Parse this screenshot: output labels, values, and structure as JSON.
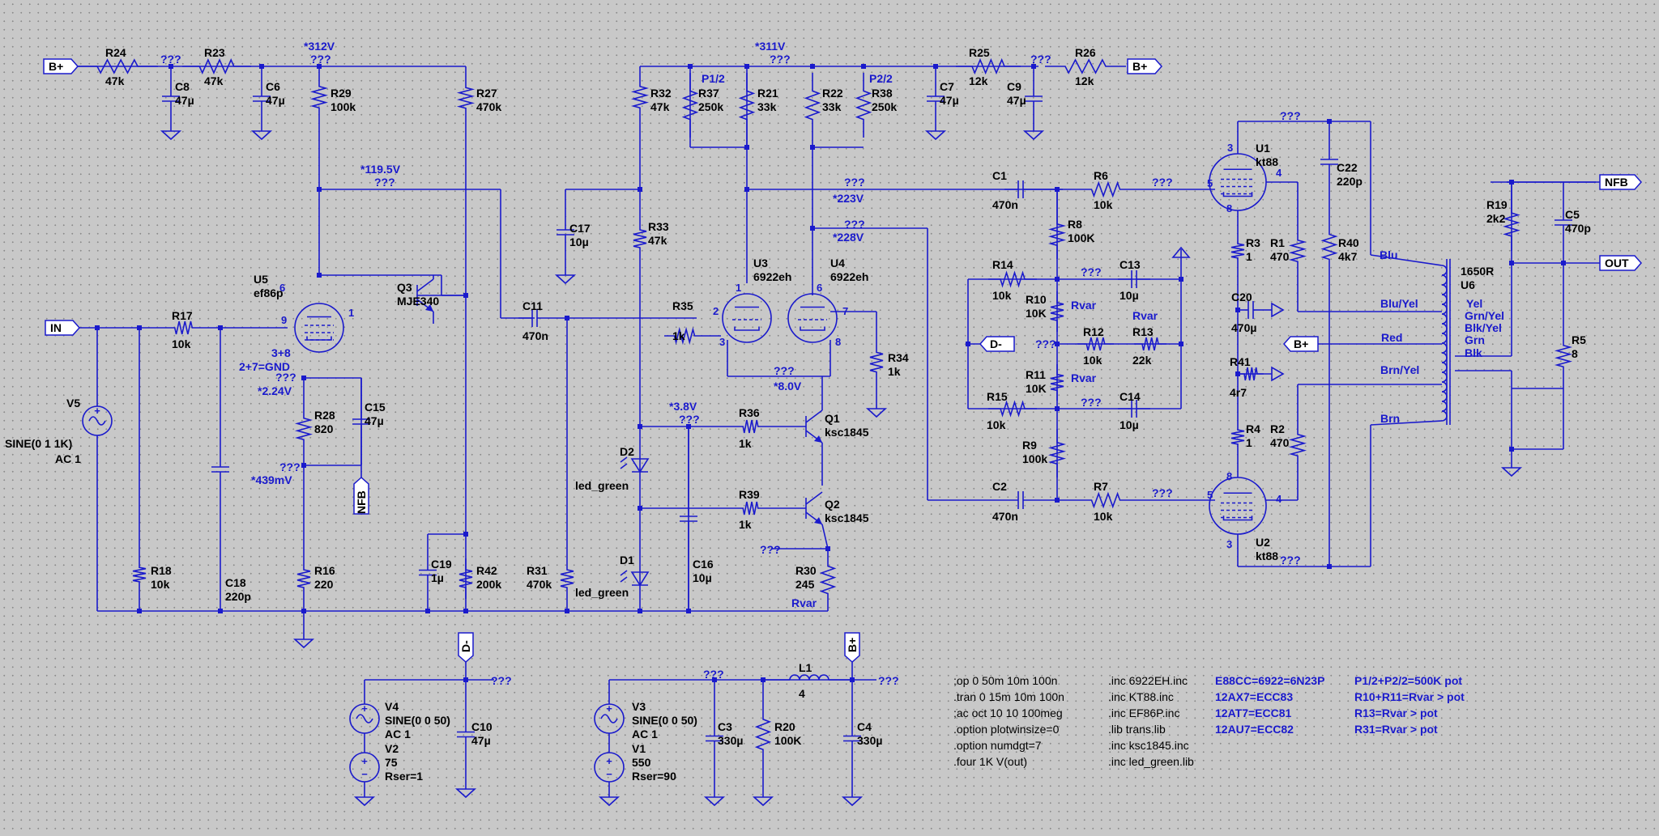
{
  "colors": {
    "background": "#c8c8c8",
    "wire": "#1a1acc",
    "component_text": "#000000",
    "net_text": "#1a1acc"
  },
  "components": [
    {
      "id": "R24",
      "name": "R24",
      "value": "47k"
    },
    {
      "id": "R23",
      "name": "R23",
      "value": "47k"
    },
    {
      "id": "C8",
      "name": "C8",
      "value": "47µ"
    },
    {
      "id": "C6",
      "name": "C6",
      "value": "47µ"
    },
    {
      "id": "R29",
      "name": "R29",
      "value": "100k"
    },
    {
      "id": "R27",
      "name": "R27",
      "value": "470k"
    },
    {
      "id": "R32",
      "name": "R32",
      "value": "47k"
    },
    {
      "id": "R37",
      "name": "R37",
      "value": "250k"
    },
    {
      "id": "R21",
      "name": "R21",
      "value": "33k"
    },
    {
      "id": "R22",
      "name": "R22",
      "value": "33k"
    },
    {
      "id": "R38",
      "name": "R38",
      "value": "250k"
    },
    {
      "id": "C7",
      "name": "C7",
      "value": "47µ"
    },
    {
      "id": "R25",
      "name": "R25",
      "value": "12k"
    },
    {
      "id": "C9",
      "name": "C9",
      "value": "47µ"
    },
    {
      "id": "R26",
      "name": "R26",
      "value": "12k"
    },
    {
      "id": "C17",
      "name": "C17",
      "value": "10µ"
    },
    {
      "id": "R33",
      "name": "R33",
      "value": "47k"
    },
    {
      "id": "U5",
      "name": "U5",
      "value": "ef86p"
    },
    {
      "id": "Q3",
      "name": "Q3",
      "value": "MJE340"
    },
    {
      "id": "R17",
      "name": "R17",
      "value": "10k"
    },
    {
      "id": "C11",
      "name": "C11",
      "value": "470n"
    },
    {
      "id": "R35",
      "name": "R35",
      "value": "1k"
    },
    {
      "id": "U3",
      "name": "U3",
      "value": "6922eh"
    },
    {
      "id": "U4",
      "name": "U4",
      "value": "6922eh"
    },
    {
      "id": "R34",
      "name": "R34",
      "value": "1k"
    },
    {
      "id": "C1",
      "name": "C1",
      "value": "470n"
    },
    {
      "id": "R6",
      "name": "R6",
      "value": "10k"
    },
    {
      "id": "R8",
      "name": "R8",
      "value": "100K"
    },
    {
      "id": "R14",
      "name": "R14",
      "value": "10k"
    },
    {
      "id": "C13",
      "name": "C13",
      "value": "10µ"
    },
    {
      "id": "R10",
      "name": "R10",
      "value": "10K"
    },
    {
      "id": "R12",
      "name": "R12",
      "value": "10k"
    },
    {
      "id": "R13",
      "name": "R13",
      "value": "22k"
    },
    {
      "id": "R11",
      "name": "R11",
      "value": "10K"
    },
    {
      "id": "R15",
      "name": "R15",
      "value": "10k"
    },
    {
      "id": "C14",
      "name": "C14",
      "value": "10µ"
    },
    {
      "id": "R9",
      "name": "R9",
      "value": "100k"
    },
    {
      "id": "C2",
      "name": "C2",
      "value": "470n"
    },
    {
      "id": "R7",
      "name": "R7",
      "value": "10k"
    },
    {
      "id": "U1",
      "name": "U1",
      "value": "kt88"
    },
    {
      "id": "U2",
      "name": "U2",
      "value": "kt88"
    },
    {
      "id": "R3",
      "name": "R3",
      "value": "1"
    },
    {
      "id": "R1",
      "name": "R1",
      "value": "470"
    },
    {
      "id": "C20",
      "name": "C20",
      "value": "470µ"
    },
    {
      "id": "R41",
      "name": "R41",
      "value": "4r7"
    },
    {
      "id": "R4",
      "name": "R4",
      "value": "1"
    },
    {
      "id": "R2",
      "name": "R2",
      "value": "470"
    },
    {
      "id": "C22",
      "name": "C22",
      "value": "220p"
    },
    {
      "id": "R40",
      "name": "R40",
      "value": "4k7"
    },
    {
      "id": "U6",
      "name": "U6",
      "value": "1650R"
    },
    {
      "id": "R19",
      "name": "R19",
      "value": "2k2"
    },
    {
      "id": "C5",
      "name": "C5",
      "value": "470p"
    },
    {
      "id": "R5",
      "name": "R5",
      "value": "8"
    },
    {
      "id": "V5",
      "name": "V5",
      "value": "SINE(0 1 1K)",
      "extra": "AC 1"
    },
    {
      "id": "R18",
      "name": "R18",
      "value": "10k"
    },
    {
      "id": "C18",
      "name": "C18",
      "value": "220p"
    },
    {
      "id": "R28",
      "name": "R28",
      "value": "820"
    },
    {
      "id": "C15",
      "name": "C15",
      "value": "47µ"
    },
    {
      "id": "R16",
      "name": "R16",
      "value": "220"
    },
    {
      "id": "C19",
      "name": "C19",
      "value": "1µ"
    },
    {
      "id": "R42",
      "name": "R42",
      "value": "200k"
    },
    {
      "id": "R31",
      "name": "R31",
      "value": "470k"
    },
    {
      "id": "D2",
      "name": "D2",
      "value": "led_green"
    },
    {
      "id": "D1",
      "name": "D1",
      "value": "led_green"
    },
    {
      "id": "R36",
      "name": "R36",
      "value": "1k"
    },
    {
      "id": "R39",
      "name": "R39",
      "value": "1k"
    },
    {
      "id": "C16",
      "name": "C16",
      "value": "10µ"
    },
    {
      "id": "Q1",
      "name": "Q1",
      "value": "ksc1845"
    },
    {
      "id": "Q2",
      "name": "Q2",
      "value": "ksc1845"
    },
    {
      "id": "R30",
      "name": "R30",
      "value": "245"
    },
    {
      "id": "V4",
      "name": "V4",
      "value": "SINE(0 0 50)",
      "extra": "AC 1"
    },
    {
      "id": "V2",
      "name": "V2",
      "value": "75",
      "extra": "Rser=1"
    },
    {
      "id": "C10",
      "name": "C10",
      "value": "47µ"
    },
    {
      "id": "V3",
      "name": "V3",
      "value": "SINE(0 0 50)",
      "extra": "AC 1"
    },
    {
      "id": "V1",
      "name": "V1",
      "value": "550",
      "extra": "Rser=90"
    },
    {
      "id": "C3",
      "name": "C3",
      "value": "330µ"
    },
    {
      "id": "R20",
      "name": "R20",
      "value": "100K"
    },
    {
      "id": "L1",
      "name": "L1",
      "value": "4"
    },
    {
      "id": "C4",
      "name": "C4",
      "value": "330µ"
    }
  ],
  "net_labels": [
    {
      "id": "n312",
      "text": "*312V"
    },
    {
      "id": "n311",
      "text": "*311V"
    },
    {
      "id": "n1195",
      "text": "*119.5V"
    },
    {
      "id": "n223",
      "text": "*223V"
    },
    {
      "id": "n228",
      "text": "*228V"
    },
    {
      "id": "n8v",
      "text": "*8.0V"
    },
    {
      "id": "n38",
      "text": "*3.8V"
    },
    {
      "id": "n224",
      "text": "*2.24V"
    },
    {
      "id": "n439",
      "text": "*439mV"
    },
    {
      "id": "q1",
      "text": "???"
    },
    {
      "id": "q2",
      "text": "???"
    },
    {
      "id": "q3",
      "text": "???"
    },
    {
      "id": "q4",
      "text": "???"
    },
    {
      "id": "q5",
      "text": "???"
    },
    {
      "id": "q6",
      "text": "???"
    },
    {
      "id": "q7",
      "text": "???"
    },
    {
      "id": "q8",
      "text": "???"
    },
    {
      "id": "q9",
      "text": "???"
    },
    {
      "id": "q10",
      "text": "???"
    },
    {
      "id": "q11",
      "text": "???"
    },
    {
      "id": "q12",
      "text": "???"
    },
    {
      "id": "q13",
      "text": "???"
    },
    {
      "id": "q14",
      "text": "???"
    },
    {
      "id": "q15",
      "text": "???"
    },
    {
      "id": "q16",
      "text": "???"
    },
    {
      "id": "q17",
      "text": "???"
    },
    {
      "id": "q18",
      "text": "???"
    },
    {
      "id": "q19",
      "text": "???"
    },
    {
      "id": "q20",
      "text": "???"
    },
    {
      "id": "q21",
      "text": "???"
    },
    {
      "id": "q22",
      "text": "???"
    },
    {
      "id": "q23",
      "text": "???"
    },
    {
      "id": "q24",
      "text": "???"
    },
    {
      "id": "q25",
      "text": "???"
    },
    {
      "id": "q26",
      "text": "???"
    },
    {
      "id": "q27",
      "text": "???"
    },
    {
      "id": "q28",
      "text": "???"
    },
    {
      "id": "p12",
      "text": "P1/2"
    },
    {
      "id": "p22",
      "text": "P2/2"
    },
    {
      "id": "rv1",
      "text": "Rvar"
    },
    {
      "id": "rv2",
      "text": "Rvar"
    },
    {
      "id": "rv3",
      "text": "Rvar"
    },
    {
      "id": "rv4",
      "text": "Rvar"
    },
    {
      "id": "g38",
      "text": "3+8"
    },
    {
      "id": "g27",
      "text": "2+7=GND"
    },
    {
      "id": "w_blu",
      "text": "Blu"
    },
    {
      "id": "w_bluyel",
      "text": "Blu/Yel"
    },
    {
      "id": "w_red",
      "text": "Red"
    },
    {
      "id": "w_brnyel",
      "text": "Brn/Yel"
    },
    {
      "id": "w_brn",
      "text": "Brn"
    },
    {
      "id": "w_yel",
      "text": "Yel"
    },
    {
      "id": "w_grnyel",
      "text": "Grn/Yel"
    },
    {
      "id": "w_blkyel",
      "text": "Blk/Yel"
    },
    {
      "id": "w_grn",
      "text": "Grn"
    },
    {
      "id": "w_blk",
      "text": "Blk"
    }
  ],
  "ports": [
    {
      "id": "bplus_l",
      "text": "B+"
    },
    {
      "id": "bplus_r",
      "text": "B+"
    },
    {
      "id": "bplus_m",
      "text": "B+"
    },
    {
      "id": "bplus_s",
      "text": "B+"
    },
    {
      "id": "in",
      "text": "IN"
    },
    {
      "id": "nfb_in",
      "text": "NFB"
    },
    {
      "id": "nfb_out",
      "text": "NFB"
    },
    {
      "id": "out",
      "text": "OUT"
    },
    {
      "id": "dminus_m",
      "text": "D-"
    },
    {
      "id": "dminus_s",
      "text": "D-"
    }
  ],
  "pin_numbers": [
    "6",
    "9",
    "1",
    "1",
    "2",
    "3",
    "6",
    "7",
    "8",
    "3",
    "4",
    "5",
    "8",
    "8",
    "5",
    "4",
    "3"
  ],
  "directives": [
    ";op 0 50m 10m 100n",
    ".tran 0 15m 10m 100n",
    ";ac oct 10 10 100meg",
    ".option plotwinsize=0",
    ".option numdgt=7",
    ".four 1K V(out)"
  ],
  "includes": [
    ".inc 6922EH.inc",
    ".inc KT88.inc",
    ".inc EF86P.inc",
    ".lib trans.lib",
    ".inc ksc1845.inc",
    ".inc led_green.lib"
  ],
  "notes_left": [
    "E88CC=6922=6N23P",
    "12AX7=ECC83",
    "12AT7=ECC81",
    "12AU7=ECC82"
  ],
  "notes_right": [
    "P1/2+P2/2=500K pot",
    "R10+R11=Rvar > pot",
    "R13=Rvar > pot",
    "R31=Rvar > pot"
  ]
}
